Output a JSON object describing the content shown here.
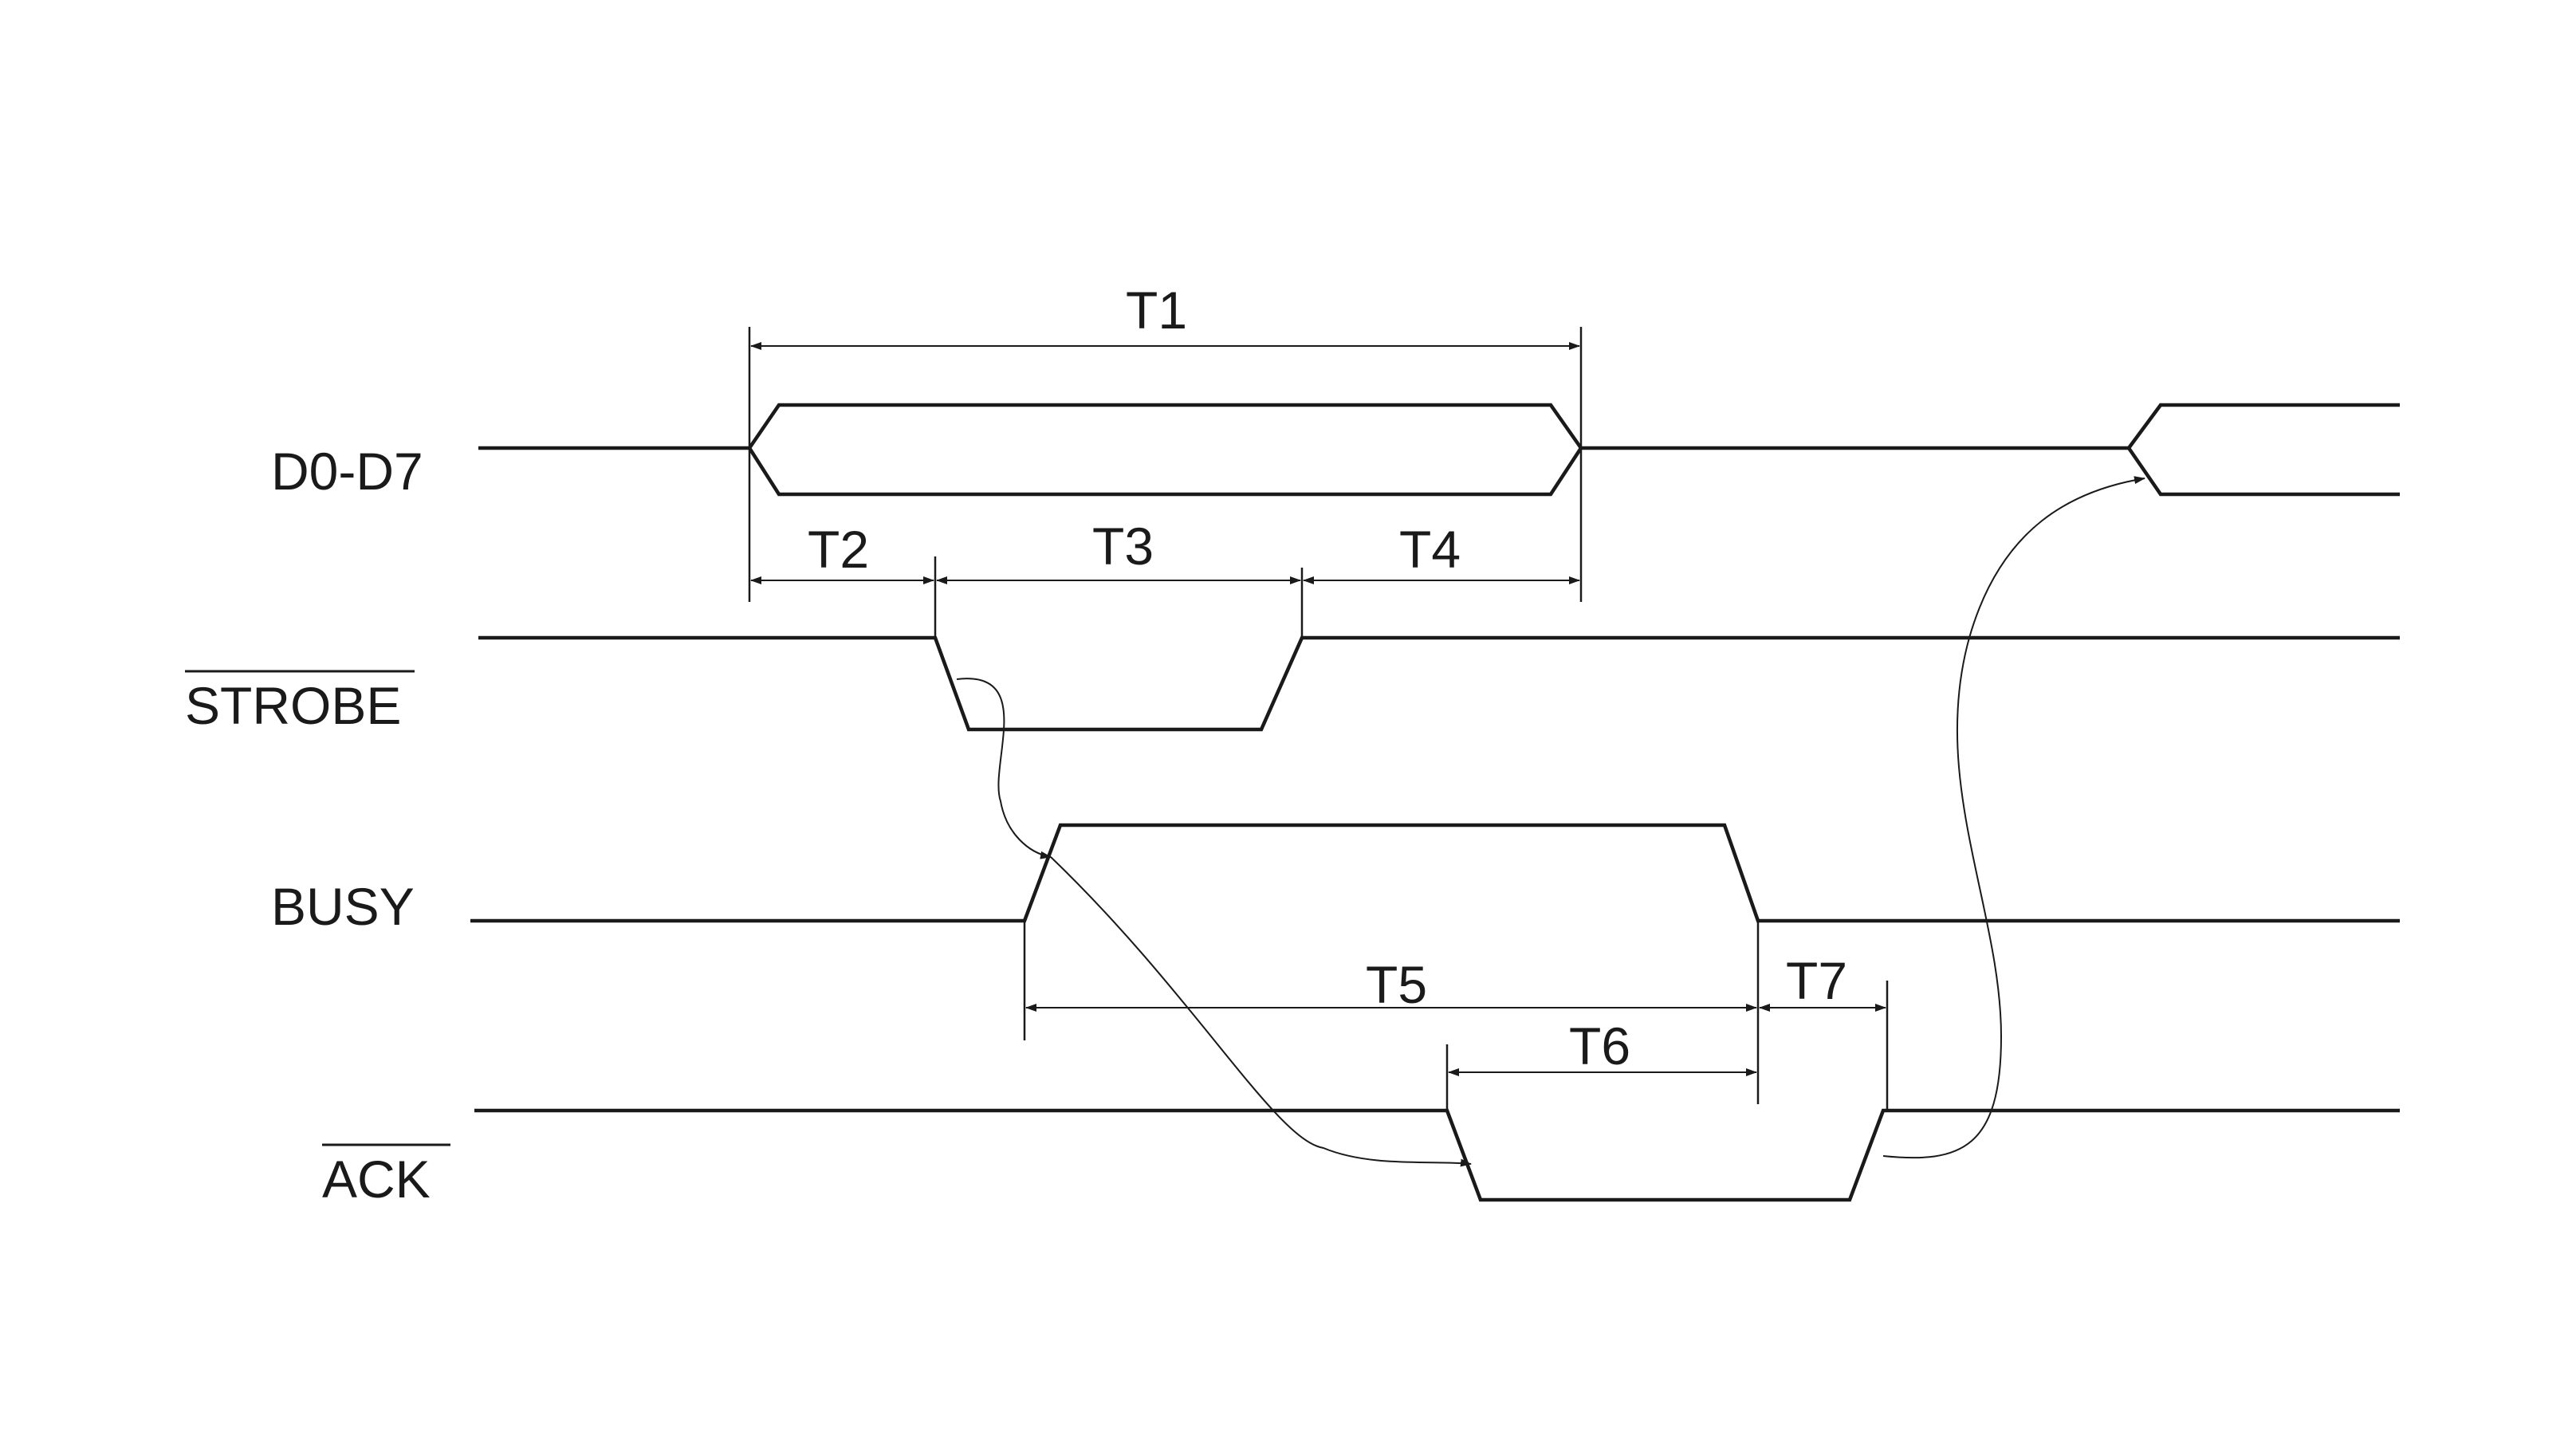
{
  "signals": {
    "data": {
      "label": "D0-D7",
      "active_low": false
    },
    "strobe": {
      "label": "STROBE",
      "active_low": true
    },
    "busy": {
      "label": "BUSY",
      "active_low": false
    },
    "ack": {
      "label": "ACK",
      "active_low": true
    }
  },
  "timings": {
    "t1": "T1",
    "t2": "T2",
    "t3": "T3",
    "t4": "T4",
    "t5": "T5",
    "t6": "T6",
    "t7": "T7"
  }
}
